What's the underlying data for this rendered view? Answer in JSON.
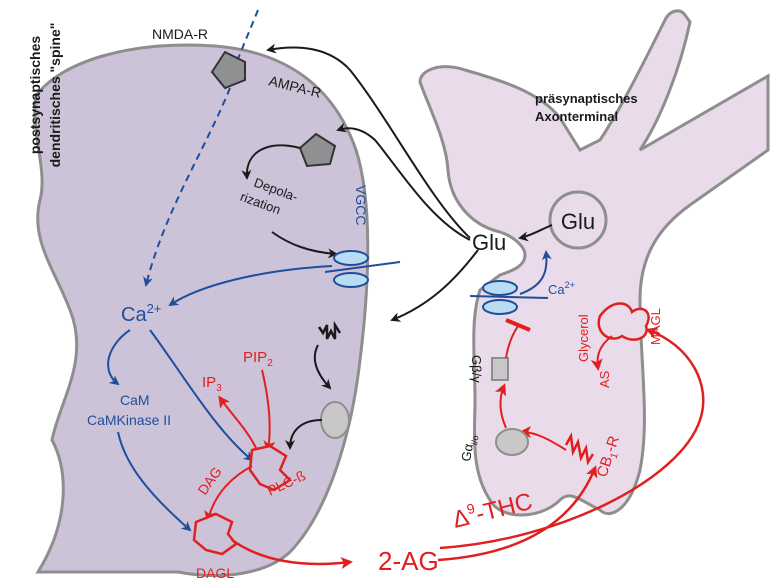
{
  "colors": {
    "post_cell": "#cdc3d9",
    "pre_cell": "#e9dbea",
    "black": "#1a1a1a",
    "blue": "#1f4e9c",
    "red": "#e02020",
    "receptor": "#8f9092"
  },
  "labels": {
    "post_title_1": "postsynaptisches",
    "post_title_2": "dendritisches \"spine\"",
    "pre_title_1": "präsynaptisches",
    "pre_title_2": "Axonterminal",
    "nmda": "NMDA-R",
    "ampa": "AMPA-R",
    "depol_1": "Depola-",
    "depol_2": "rization",
    "vgcc": "VGCC",
    "ca_post": "Ca",
    "ca_post_sup": "2+",
    "cam": "CaM",
    "camkinase": "CaMKinase II",
    "pip": "PIP",
    "pip_sub": "2",
    "ip": "IP",
    "ip_sub": "3",
    "dag": "DAG",
    "plc": "PLC-ß",
    "dagl": "DAGL",
    "two_ag": "2-AG",
    "thc_delta": "Δ",
    "thc_sup": "9",
    "thc_rest": "-THC",
    "glu_cleft": "Glu",
    "glu_vesicle": "Glu",
    "ca_pre": "Ca",
    "ca_pre_sup": "2+",
    "glycerol": "Glycerol",
    "as": "AS",
    "magl": "MAGL",
    "gbg": "Gβ/γ",
    "gai": "Gα",
    "gai_sub": "i/o",
    "cb1": "CB",
    "cb1_sub": "1",
    "cb1_suffix": "-R"
  }
}
